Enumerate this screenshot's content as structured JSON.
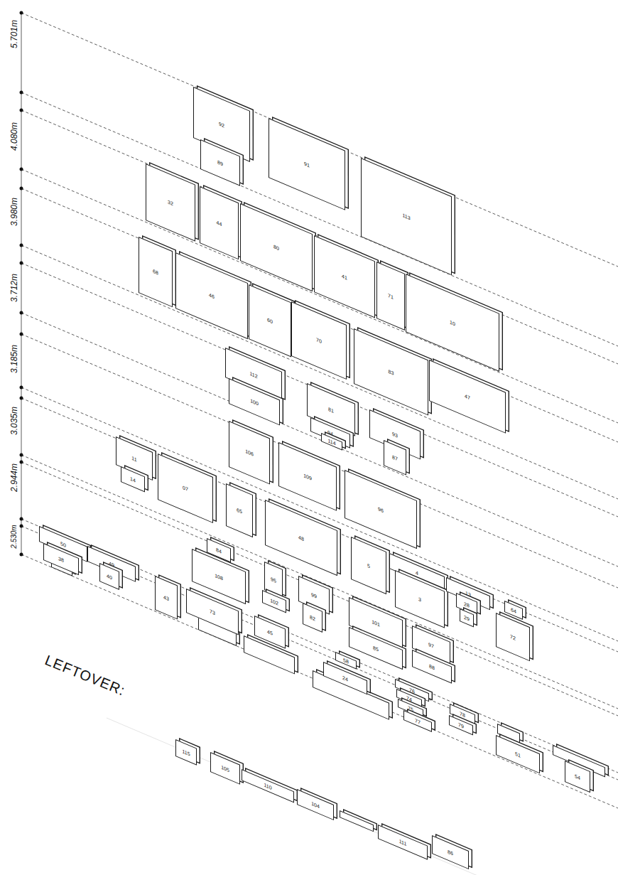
{
  "diagram": {
    "nodes": [
      {
        "text": [
          "92"
        ]
      },
      {
        "text": [
          "89"
        ]
      },
      {
        "text": [
          "91"
        ]
      },
      {
        "text": [
          "113"
        ]
      },
      {
        "text": [
          "32"
        ]
      },
      {
        "text": [
          "44"
        ]
      },
      {
        "text": [
          "80"
        ]
      },
      {
        "text": [
          "41"
        ]
      },
      {
        "text": [
          "71"
        ]
      },
      {
        "text": [
          "10"
        ]
      },
      {
        "text": [
          "68"
        ]
      },
      {
        "text": [
          "46"
        ]
      },
      {
        "text": [
          "60"
        ]
      },
      {
        "text": [
          "70"
        ]
      },
      {
        "text": [
          "112"
        ]
      },
      {
        "text": [
          "100"
        ]
      },
      {
        "text": [
          "83"
        ]
      },
      {
        "text": [
          "47"
        ]
      },
      {
        "text": [
          "81"
        ]
      },
      {
        "text": [
          "94"
        ]
      },
      {
        "text": [
          "114"
        ]
      },
      {
        "text": [
          "93"
        ]
      },
      {
        "text": [
          "87"
        ]
      },
      {
        "text": [
          "106"
        ]
      },
      {
        "text": [
          "109"
        ]
      },
      {
        "text": [
          "96"
        ]
      },
      {
        "text": [
          "11"
        ]
      },
      {
        "text": [
          "14"
        ]
      },
      {
        "text": [
          "07"
        ]
      },
      {
        "text": [
          "65"
        ]
      },
      {
        "text": [
          "48"
        ]
      },
      {
        "text": [
          "50"
        ]
      },
      {
        "text": [
          "38"
        ]
      },
      {
        "text": [
          "49"
        ]
      },
      {
        "text": [
          "40"
        ]
      },
      {
        "text": [
          "43"
        ]
      },
      {
        "text": [
          "84"
        ]
      },
      {
        "text": [
          "108"
        ]
      },
      {
        "text": [
          "95"
        ]
      },
      {
        "text": [
          "102"
        ]
      },
      {
        "text": [
          "99"
        ]
      },
      {
        "text": [
          "82"
        ]
      },
      {
        "text": [
          "73"
        ]
      },
      {
        "text": [
          "45"
        ]
      },
      {
        "text": [
          "5"
        ]
      },
      {
        "text": [
          "4"
        ]
      },
      {
        "text": [
          "3"
        ]
      },
      {
        "text": [
          "101"
        ]
      },
      {
        "text": [
          "85"
        ]
      },
      {
        "text": [
          "97"
        ]
      },
      {
        "text": [
          "88"
        ]
      },
      {
        "text": [
          "13"
        ]
      },
      {
        "text": [
          "28"
        ]
      },
      {
        "text": [
          "29"
        ]
      },
      {
        "text": [
          "64"
        ]
      },
      {
        "text": [
          "72"
        ]
      },
      {
        "text": [
          "58"
        ]
      },
      {
        "text": [
          "24"
        ]
      },
      {
        "text": [
          "76"
        ]
      },
      {
        "text": [
          "74"
        ]
      },
      {
        "text": [
          "75"
        ]
      },
      {
        "text": [
          "77"
        ]
      },
      {
        "text": [
          "78"
        ]
      },
      {
        "text": [
          "79"
        ]
      },
      {
        "text": [
          "51"
        ]
      },
      {
        "text": [
          "54"
        ]
      },
      {
        "text": [
          "115"
        ]
      },
      {
        "text": [
          "105"
        ]
      },
      {
        "text": [
          "110"
        ]
      },
      {
        "text": [
          "104"
        ]
      },
      {
        "text": [
          "111"
        ]
      },
      {
        "text": [
          "86"
        ]
      }
    ],
    "labels": [
      "5.701m",
      "4.080m",
      "3.980m",
      "3.712m",
      "3.185m",
      "3.035m",
      "2.944m",
      "2.530m",
      "LEFTOVER:"
    ]
  }
}
